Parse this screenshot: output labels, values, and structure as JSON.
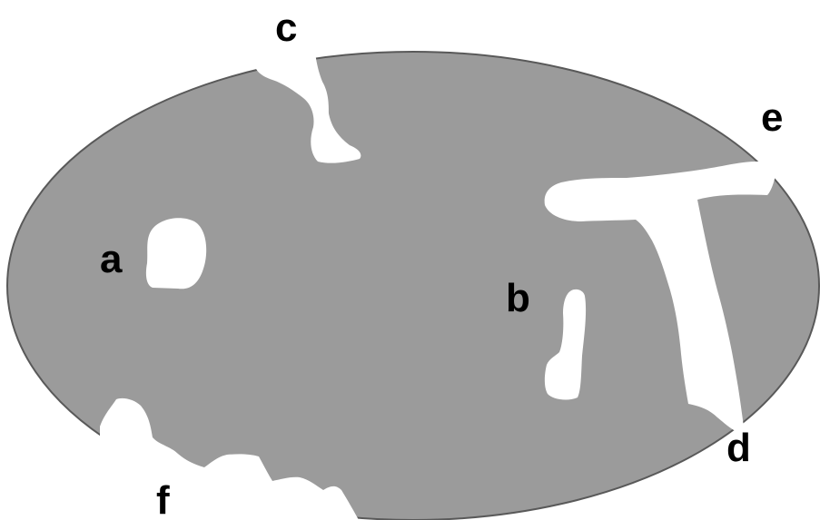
{
  "colors": {
    "solid": "#9b9b9b",
    "outline": "#595959",
    "pore": "#ffffff",
    "label": "#000000"
  },
  "labels": {
    "a": "a",
    "b": "b",
    "c": "c",
    "d": "d",
    "e": "e",
    "f": "f"
  }
}
